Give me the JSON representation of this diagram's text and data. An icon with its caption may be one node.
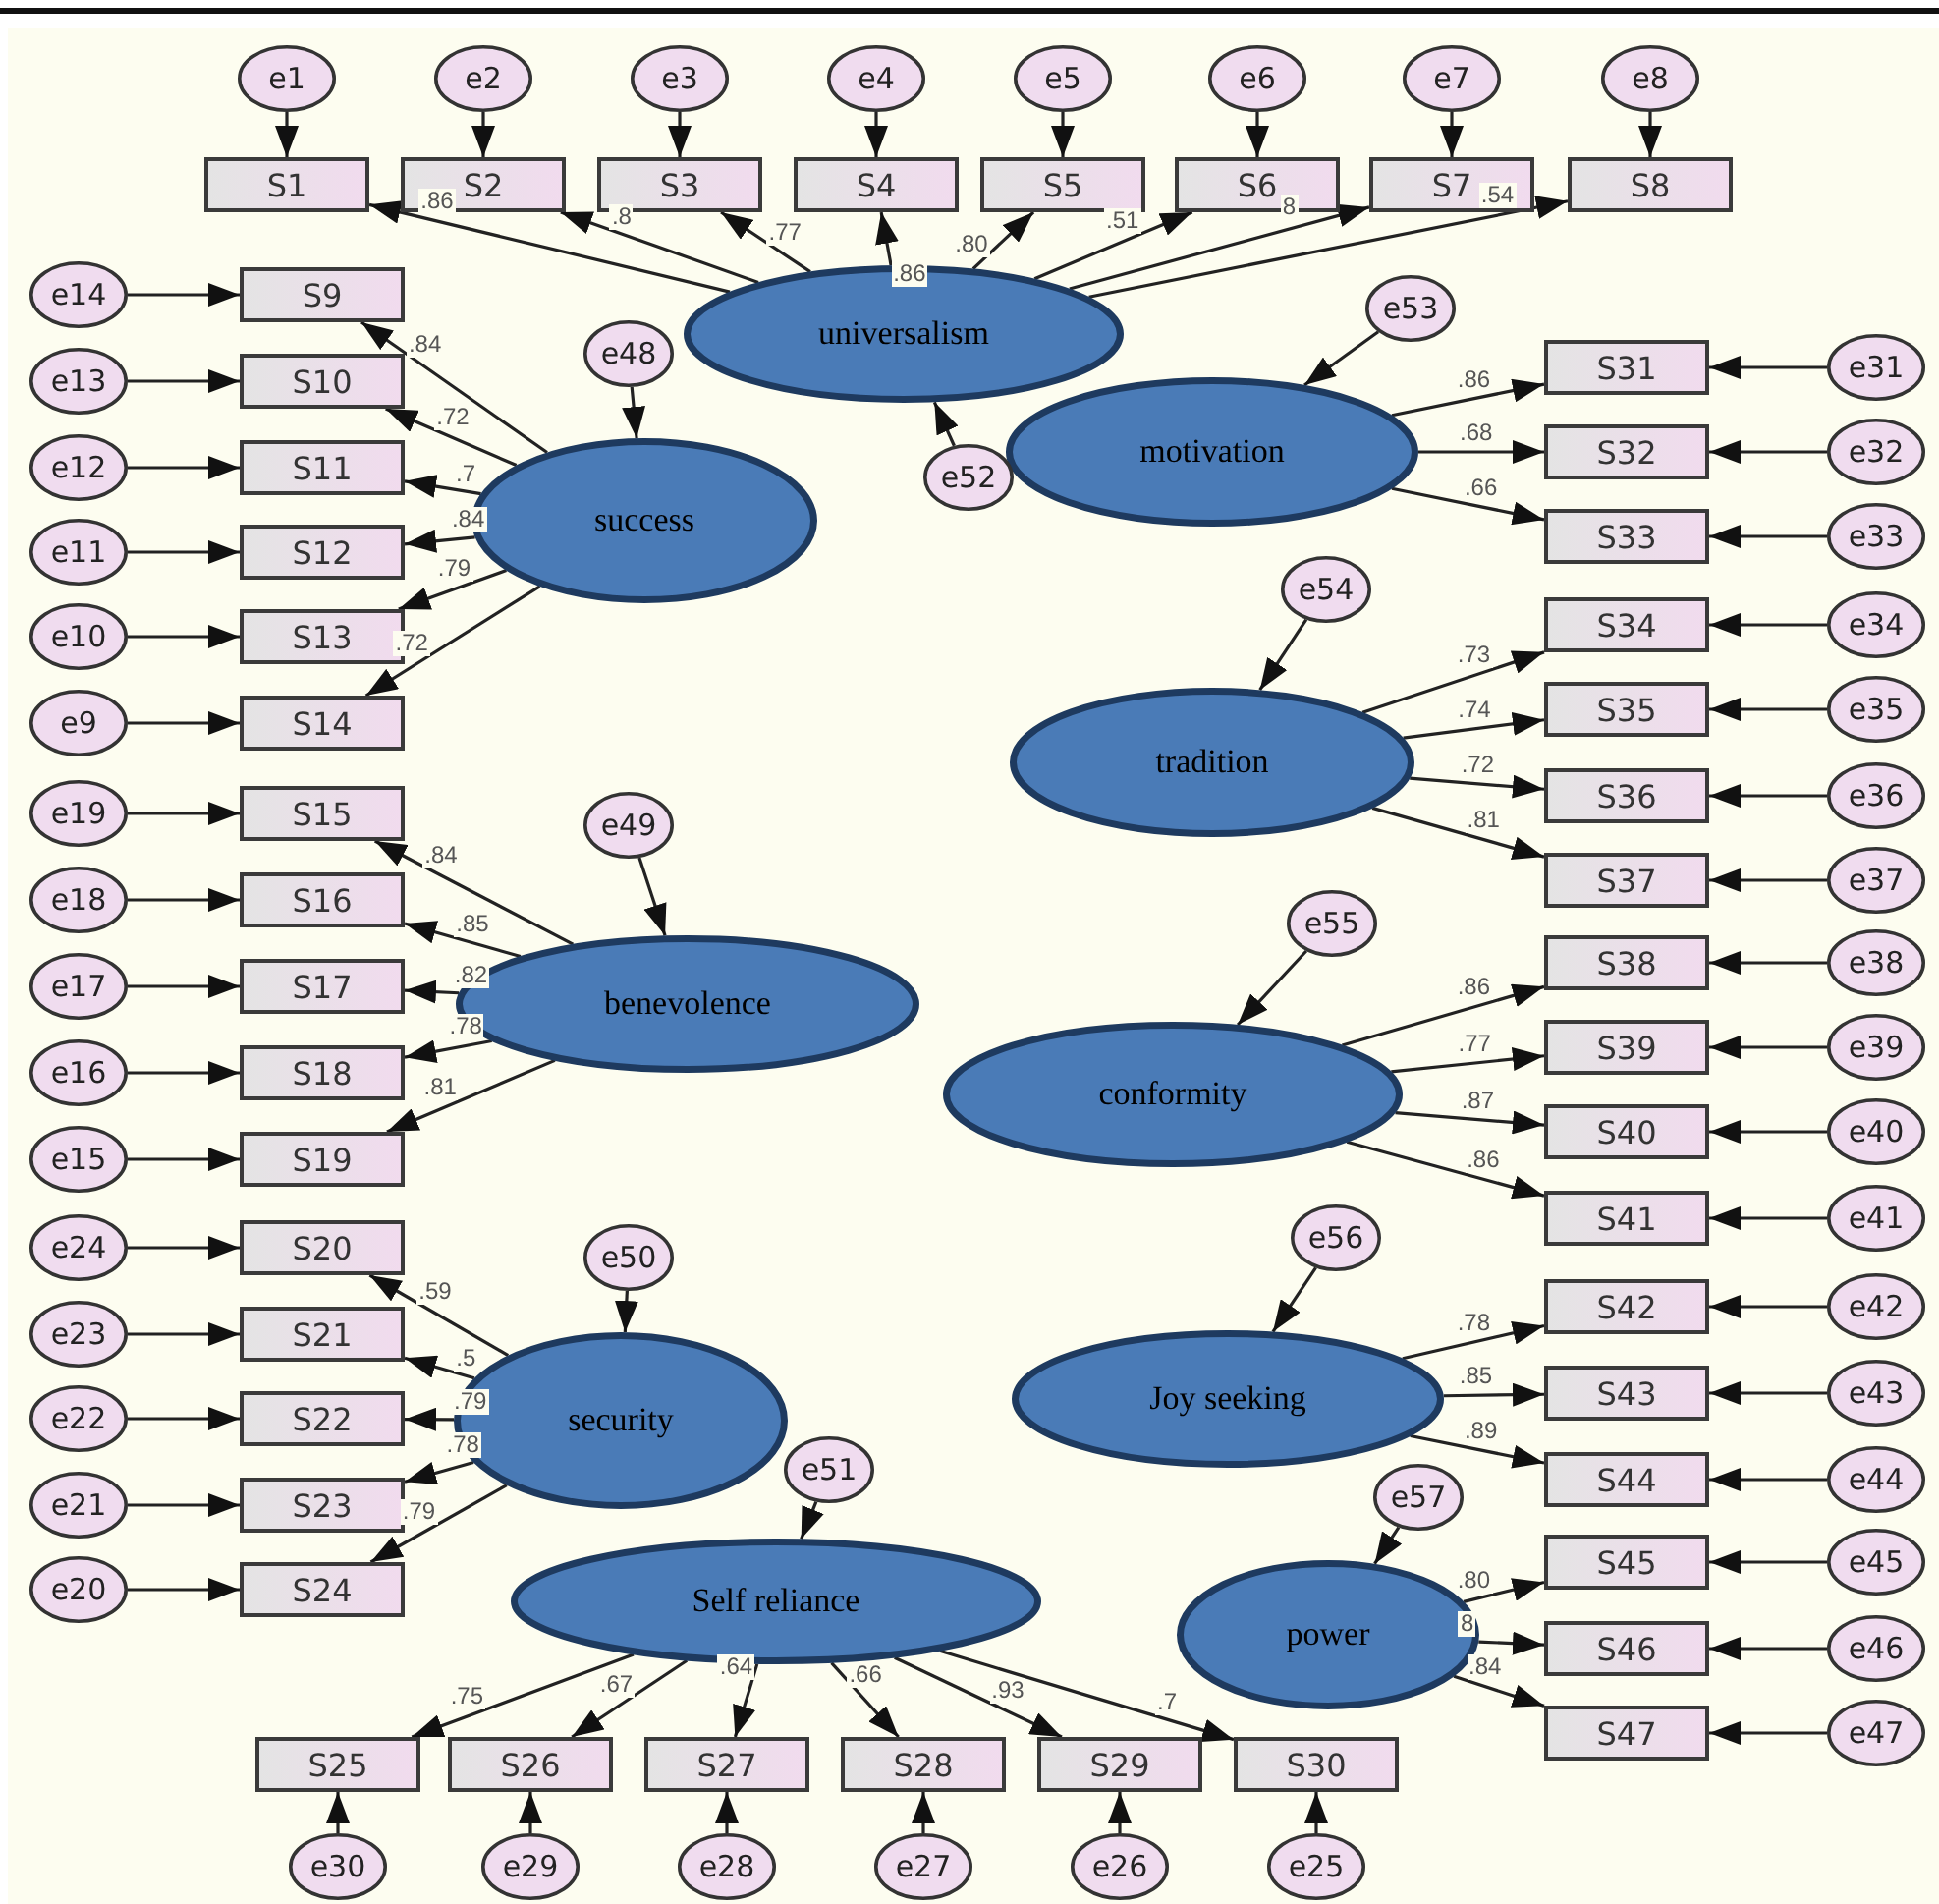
{
  "diagram": {
    "nodes": [
      {
        "text": [
          "universalism"
        ]
      },
      {
        "text": [
          "success"
        ]
      },
      {
        "text": [
          "benevolence"
        ]
      },
      {
        "text": [
          "security"
        ]
      },
      {
        "text": [
          "Self reliance"
        ]
      },
      {
        "text": [
          "motivation"
        ]
      },
      {
        "text": [
          "tradition"
        ]
      },
      {
        "text": [
          "conformity"
        ]
      },
      {
        "text": [
          "Joy seeking"
        ]
      },
      {
        "text": [
          "power"
        ]
      },
      {
        "text": [
          "S1"
        ]
      },
      {
        "text": [
          "S2"
        ]
      },
      {
        "text": [
          "S3"
        ]
      },
      {
        "text": [
          "S4"
        ]
      },
      {
        "text": [
          "S5"
        ]
      },
      {
        "text": [
          "S6"
        ]
      },
      {
        "text": [
          "S7"
        ]
      },
      {
        "text": [
          "S8"
        ]
      },
      {
        "text": [
          "S9"
        ]
      },
      {
        "text": [
          "S10"
        ]
      },
      {
        "text": [
          "S11"
        ]
      },
      {
        "text": [
          "S12"
        ]
      },
      {
        "text": [
          "S13"
        ]
      },
      {
        "text": [
          "S14"
        ]
      },
      {
        "text": [
          "S15"
        ]
      },
      {
        "text": [
          "S16"
        ]
      },
      {
        "text": [
          "S17"
        ]
      },
      {
        "text": [
          "S18"
        ]
      },
      {
        "text": [
          "S19"
        ]
      },
      {
        "text": [
          "S20"
        ]
      },
      {
        "text": [
          "S21"
        ]
      },
      {
        "text": [
          "S22"
        ]
      },
      {
        "text": [
          "S23"
        ]
      },
      {
        "text": [
          "S24"
        ]
      },
      {
        "text": [
          "S25"
        ]
      },
      {
        "text": [
          "S26"
        ]
      },
      {
        "text": [
          "S27"
        ]
      },
      {
        "text": [
          "S28"
        ]
      },
      {
        "text": [
          "S29"
        ]
      },
      {
        "text": [
          "S30"
        ]
      },
      {
        "text": [
          "S31"
        ]
      },
      {
        "text": [
          "S32"
        ]
      },
      {
        "text": [
          "S33"
        ]
      },
      {
        "text": [
          "S34"
        ]
      },
      {
        "text": [
          "S35"
        ]
      },
      {
        "text": [
          "S36"
        ]
      },
      {
        "text": [
          "S37"
        ]
      },
      {
        "text": [
          "S38"
        ]
      },
      {
        "text": [
          "S39"
        ]
      },
      {
        "text": [
          "S40"
        ]
      },
      {
        "text": [
          "S41"
        ]
      },
      {
        "text": [
          "S42"
        ]
      },
      {
        "text": [
          "S43"
        ]
      },
      {
        "text": [
          "S44"
        ]
      },
      {
        "text": [
          "S45"
        ]
      },
      {
        "text": [
          "S46"
        ]
      },
      {
        "text": [
          "S47"
        ]
      },
      {
        "text": [
          "e1"
        ]
      },
      {
        "text": [
          "e2"
        ]
      },
      {
        "text": [
          "e3"
        ]
      },
      {
        "text": [
          "e4"
        ]
      },
      {
        "text": [
          "e5"
        ]
      },
      {
        "text": [
          "e6"
        ]
      },
      {
        "text": [
          "e7"
        ]
      },
      {
        "text": [
          "e8"
        ]
      },
      {
        "text": [
          "e9"
        ]
      },
      {
        "text": [
          "e10"
        ]
      },
      {
        "text": [
          "e11"
        ]
      },
      {
        "text": [
          "e12"
        ]
      },
      {
        "text": [
          "e13"
        ]
      },
      {
        "text": [
          "e14"
        ]
      },
      {
        "text": [
          "e15"
        ]
      },
      {
        "text": [
          "e16"
        ]
      },
      {
        "text": [
          "e17"
        ]
      },
      {
        "text": [
          "e18"
        ]
      },
      {
        "text": [
          "e19"
        ]
      },
      {
        "text": [
          "e20"
        ]
      },
      {
        "text": [
          "e21"
        ]
      },
      {
        "text": [
          "e22"
        ]
      },
      {
        "text": [
          "e23"
        ]
      },
      {
        "text": [
          "e24"
        ]
      },
      {
        "text": [
          "e25"
        ]
      },
      {
        "text": [
          "e26"
        ]
      },
      {
        "text": [
          "e27"
        ]
      },
      {
        "text": [
          "e28"
        ]
      },
      {
        "text": [
          "e29"
        ]
      },
      {
        "text": [
          "e30"
        ]
      },
      {
        "text": [
          "e31"
        ]
      },
      {
        "text": [
          "e32"
        ]
      },
      {
        "text": [
          "e33"
        ]
      },
      {
        "text": [
          "e34"
        ]
      },
      {
        "text": [
          "e35"
        ]
      },
      {
        "text": [
          "e36"
        ]
      },
      {
        "text": [
          "e37"
        ]
      },
      {
        "text": [
          "e38"
        ]
      },
      {
        "text": [
          "e39"
        ]
      },
      {
        "text": [
          "e40"
        ]
      },
      {
        "text": [
          "e41"
        ]
      },
      {
        "text": [
          "e42"
        ]
      },
      {
        "text": [
          "e43"
        ]
      },
      {
        "text": [
          "e44"
        ]
      },
      {
        "text": [
          "e45"
        ]
      },
      {
        "text": [
          "e46"
        ]
      },
      {
        "text": [
          "e47"
        ]
      },
      {
        "text": [
          "e48"
        ]
      },
      {
        "text": [
          "e49"
        ]
      },
      {
        "text": [
          "e50"
        ]
      },
      {
        "text": [
          "e51"
        ]
      },
      {
        "text": [
          "e52"
        ]
      },
      {
        "text": [
          "e53"
        ]
      },
      {
        "text": [
          "e54"
        ]
      },
      {
        "text": [
          "e55"
        ]
      },
      {
        "text": [
          "e56"
        ]
      },
      {
        "text": [
          "e57"
        ]
      }
    ],
    "edges": [
      {
        "from": 0,
        "to": 10,
        "arrow": "to",
        "label": ".86"
      },
      {
        "from": 0,
        "to": 11,
        "arrow": "to",
        "label": ".8"
      },
      {
        "from": 0,
        "to": 12,
        "arrow": "to",
        "label": ".77"
      },
      {
        "from": 0,
        "to": 13,
        "arrow": "to",
        "label": ".86"
      },
      {
        "from": 0,
        "to": 14,
        "arrow": "to",
        "label": ".80"
      },
      {
        "from": 0,
        "to": 15,
        "arrow": "to",
        "label": ".51"
      },
      {
        "from": 0,
        "to": 16,
        "arrow": "to",
        "label": "8"
      },
      {
        "from": 0,
        "to": 17,
        "arrow": "to",
        "label": ".54"
      },
      {
        "from": 1,
        "to": 18,
        "arrow": "to",
        "label": ".84"
      },
      {
        "from": 1,
        "to": 19,
        "arrow": "to",
        "label": ".72"
      },
      {
        "from": 1,
        "to": 20,
        "arrow": "to",
        "label": ".7"
      },
      {
        "from": 1,
        "to": 21,
        "arrow": "to",
        "label": ".84"
      },
      {
        "from": 1,
        "to": 22,
        "arrow": "to",
        "label": ".79"
      },
      {
        "from": 1,
        "to": 23,
        "arrow": "to",
        "label": ".72"
      },
      {
        "from": 2,
        "to": 24,
        "arrow": "to",
        "label": ".84"
      },
      {
        "from": 2,
        "to": 25,
        "arrow": "to",
        "label": ".85"
      },
      {
        "from": 2,
        "to": 26,
        "arrow": "to",
        "label": ".82"
      },
      {
        "from": 2,
        "to": 27,
        "arrow": "to",
        "label": ".78"
      },
      {
        "from": 2,
        "to": 28,
        "arrow": "to",
        "label": ".81"
      },
      {
        "from": 3,
        "to": 29,
        "arrow": "to",
        "label": ".59"
      },
      {
        "from": 3,
        "to": 30,
        "arrow": "to",
        "label": ".5"
      },
      {
        "from": 3,
        "to": 31,
        "arrow": "to",
        "label": ".79"
      },
      {
        "from": 3,
        "to": 32,
        "arrow": "to",
        "label": ".78"
      },
      {
        "from": 3,
        "to": 33,
        "arrow": "to",
        "label": ".79"
      },
      {
        "from": 4,
        "to": 34,
        "arrow": "to",
        "label": ".75"
      },
      {
        "from": 4,
        "to": 35,
        "arrow": "to",
        "label": ".67"
      },
      {
        "from": 4,
        "to": 36,
        "arrow": "to",
        "label": ".64"
      },
      {
        "from": 4,
        "to": 37,
        "arrow": "to",
        "label": ".66"
      },
      {
        "from": 4,
        "to": 38,
        "arrow": "to",
        "label": ".93"
      },
      {
        "from": 4,
        "to": 39,
        "arrow": "to",
        "label": ".7"
      },
      {
        "from": 5,
        "to": 40,
        "arrow": "to",
        "label": ".86"
      },
      {
        "from": 5,
        "to": 41,
        "arrow": "to",
        "label": ".68"
      },
      {
        "from": 5,
        "to": 42,
        "arrow": "to",
        "label": ".66"
      },
      {
        "from": 6,
        "to": 43,
        "arrow": "to",
        "label": ".73"
      },
      {
        "from": 6,
        "to": 44,
        "arrow": "to",
        "label": ".74"
      },
      {
        "from": 6,
        "to": 45,
        "arrow": "to",
        "label": ".72"
      },
      {
        "from": 6,
        "to": 46,
        "arrow": "to",
        "label": ".81"
      },
      {
        "from": 7,
        "to": 47,
        "arrow": "to",
        "label": ".86"
      },
      {
        "from": 7,
        "to": 48,
        "arrow": "to",
        "label": ".77"
      },
      {
        "from": 7,
        "to": 49,
        "arrow": "to",
        "label": ".87"
      },
      {
        "from": 7,
        "to": 50,
        "arrow": "to",
        "label": ".86"
      },
      {
        "from": 8,
        "to": 51,
        "arrow": "to",
        "label": ".78"
      },
      {
        "from": 8,
        "to": 52,
        "arrow": "to",
        "label": ".85"
      },
      {
        "from": 8,
        "to": 53,
        "arrow": "to",
        "label": ".89"
      },
      {
        "from": 9,
        "to": 54,
        "arrow": "to",
        "label": ".80"
      },
      {
        "from": 9,
        "to": 55,
        "arrow": "to",
        "label": "8"
      },
      {
        "from": 9,
        "to": 56,
        "arrow": "to",
        "label": ".84"
      },
      {
        "from": 57,
        "to": 10,
        "arrow": "to"
      },
      {
        "from": 58,
        "to": 11,
        "arrow": "to"
      },
      {
        "from": 59,
        "to": 12,
        "arrow": "to"
      },
      {
        "from": 60,
        "to": 13,
        "arrow": "to"
      },
      {
        "from": 61,
        "to": 14,
        "arrow": "to"
      },
      {
        "from": 62,
        "to": 15,
        "arrow": "to"
      },
      {
        "from": 63,
        "to": 16,
        "arrow": "to"
      },
      {
        "from": 64,
        "to": 17,
        "arrow": "to"
      },
      {
        "from": 65,
        "to": 23,
        "arrow": "to"
      },
      {
        "from": 66,
        "to": 22,
        "arrow": "to"
      },
      {
        "from": 67,
        "to": 21,
        "arrow": "to"
      },
      {
        "from": 68,
        "to": 20,
        "arrow": "to"
      },
      {
        "from": 69,
        "to": 19,
        "arrow": "to"
      },
      {
        "from": 70,
        "to": 18,
        "arrow": "to"
      },
      {
        "from": 71,
        "to": 28,
        "arrow": "to"
      },
      {
        "from": 72,
        "to": 27,
        "arrow": "to"
      },
      {
        "from": 73,
        "to": 26,
        "arrow": "to"
      },
      {
        "from": 74,
        "to": 25,
        "arrow": "to"
      },
      {
        "from": 75,
        "to": 24,
        "arrow": "to"
      },
      {
        "from": 76,
        "to": 33,
        "arrow": "to"
      },
      {
        "from": 77,
        "to": 32,
        "arrow": "to"
      },
      {
        "from": 78,
        "to": 31,
        "arrow": "to"
      },
      {
        "from": 79,
        "to": 30,
        "arrow": "to"
      },
      {
        "from": 80,
        "to": 29,
        "arrow": "to"
      },
      {
        "from": 81,
        "to": 39,
        "arrow": "to"
      },
      {
        "from": 82,
        "to": 38,
        "arrow": "to"
      },
      {
        "from": 83,
        "to": 37,
        "arrow": "to"
      },
      {
        "from": 84,
        "to": 36,
        "arrow": "to"
      },
      {
        "from": 85,
        "to": 35,
        "arrow": "to"
      },
      {
        "from": 86,
        "to": 34,
        "arrow": "to"
      },
      {
        "from": 87,
        "to": 40,
        "arrow": "to"
      },
      {
        "from": 88,
        "to": 41,
        "arrow": "to"
      },
      {
        "from": 89,
        "to": 42,
        "arrow": "to"
      },
      {
        "from": 90,
        "to": 43,
        "arrow": "to"
      },
      {
        "from": 91,
        "to": 44,
        "arrow": "to"
      },
      {
        "from": 92,
        "to": 45,
        "arrow": "to"
      },
      {
        "from": 93,
        "to": 46,
        "arrow": "to"
      },
      {
        "from": 94,
        "to": 47,
        "arrow": "to"
      },
      {
        "from": 95,
        "to": 48,
        "arrow": "to"
      },
      {
        "from": 96,
        "to": 49,
        "arrow": "to"
      },
      {
        "from": 97,
        "to": 50,
        "arrow": "to"
      },
      {
        "from": 98,
        "to": 51,
        "arrow": "to"
      },
      {
        "from": 99,
        "to": 52,
        "arrow": "to"
      },
      {
        "from": 100,
        "to": 53,
        "arrow": "to"
      },
      {
        "from": 101,
        "to": 54,
        "arrow": "to"
      },
      {
        "from": 102,
        "to": 55,
        "arrow": "to"
      },
      {
        "from": 103,
        "to": 56,
        "arrow": "to"
      },
      {
        "from": 104,
        "to": 1,
        "arrow": "to"
      },
      {
        "from": 105,
        "to": 2,
        "arrow": "to"
      },
      {
        "from": 106,
        "to": 3,
        "arrow": "to"
      },
      {
        "from": 107,
        "to": 4,
        "arrow": "to"
      },
      {
        "from": 108,
        "to": 0,
        "arrow": "to"
      },
      {
        "from": 109,
        "to": 5,
        "arrow": "to"
      },
      {
        "from": 110,
        "to": 6,
        "arrow": "to"
      },
      {
        "from": 111,
        "to": 7,
        "arrow": "to"
      },
      {
        "from": 112,
        "to": 8,
        "arrow": "to"
      },
      {
        "from": 113,
        "to": 9,
        "arrow": "to"
      }
    ]
  }
}
